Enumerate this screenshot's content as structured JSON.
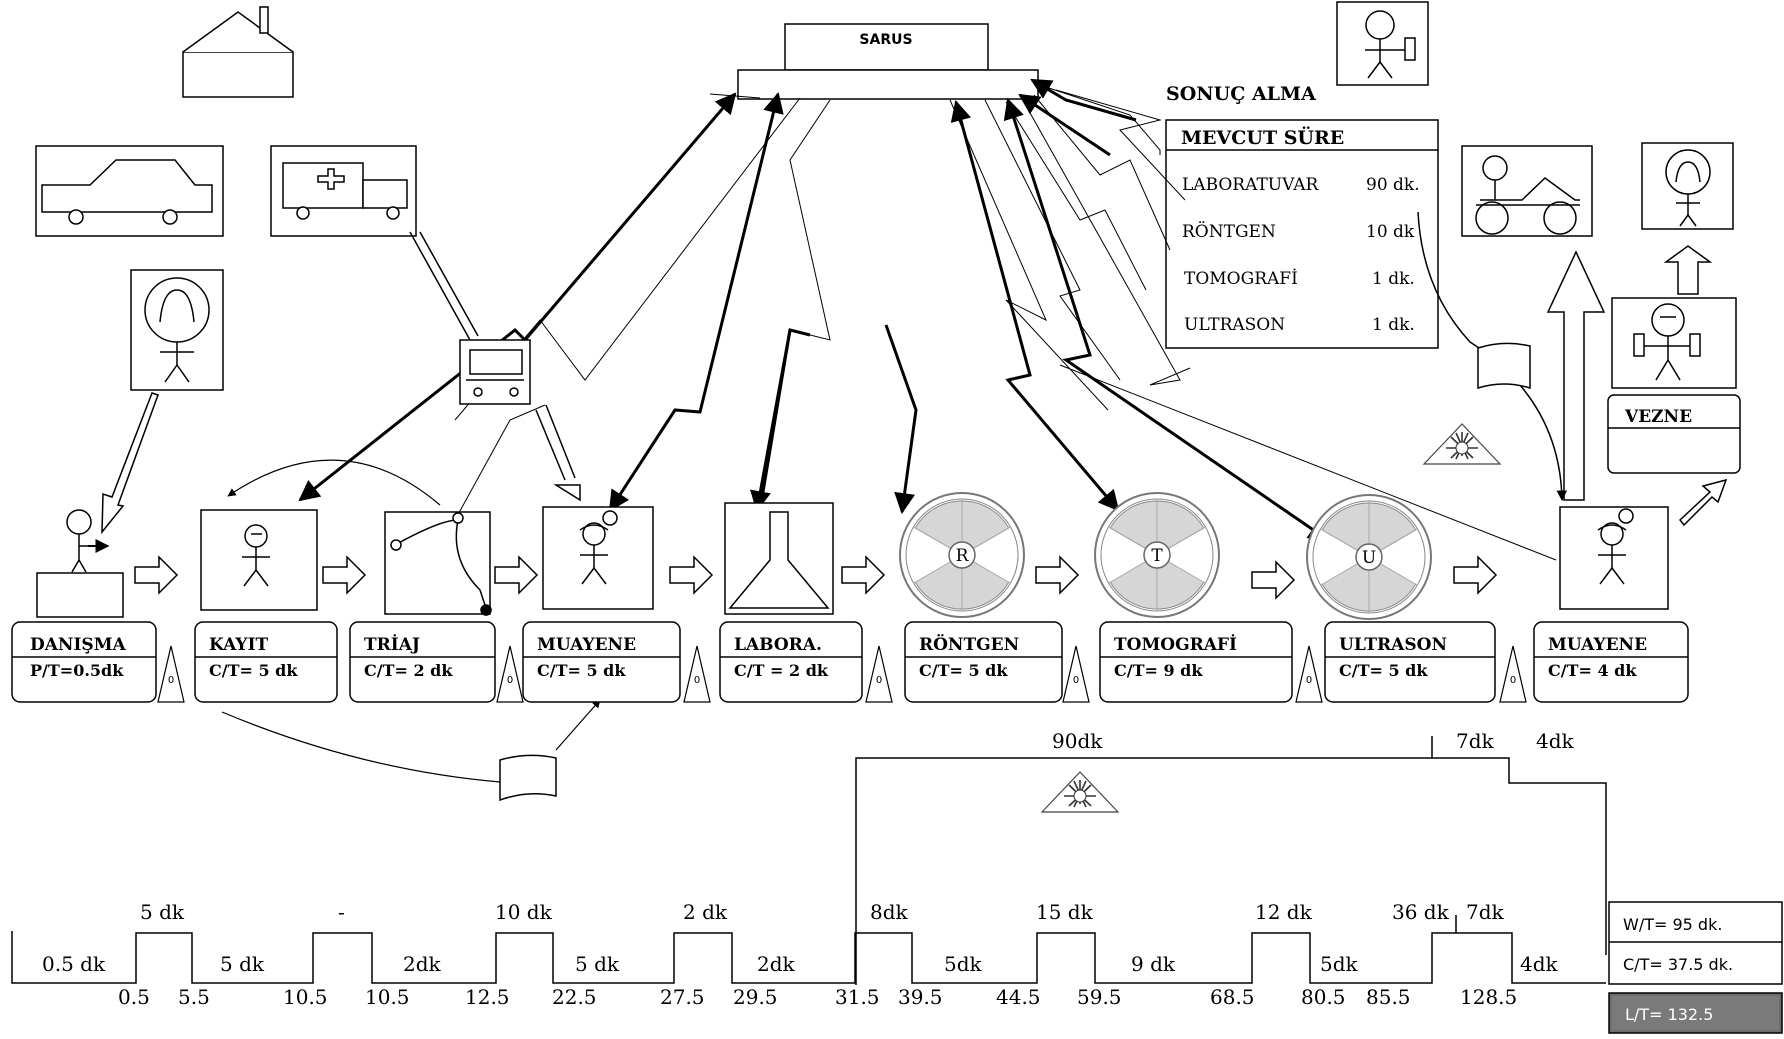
{
  "sarus": {
    "label": "SARUS"
  },
  "result": {
    "title": "SONUÇ ALMA",
    "table_title": "MEVCUT SÜRE",
    "rows": [
      {
        "name": "LABORATUVAR",
        "value": "90 dk."
      },
      {
        "name": "RÖNTGEN",
        "value": "10 dk"
      },
      {
        "name": "TOMOGRAFİ",
        "value": "1 dk."
      },
      {
        "name": "ULTRASON",
        "value": "1 dk."
      }
    ]
  },
  "vezne": {
    "label": "VEZNE"
  },
  "processes": [
    {
      "name": "DANIŞMA",
      "metric": "P/T=0.5dk"
    },
    {
      "name": "KAYIT",
      "metric": "C/T= 5 dk"
    },
    {
      "name": "TRİAJ",
      "metric": "C/T= 2 dk"
    },
    {
      "name": "MUAYENE",
      "metric": "C/T= 5 dk"
    },
    {
      "name": "LABORA.",
      "metric": "C/T = 2 dk"
    },
    {
      "name": "RÖNTGEN",
      "metric": "C/T= 5 dk"
    },
    {
      "name": "TOMOGRAFİ",
      "metric": "C/T= 9 dk"
    },
    {
      "name": "ULTRASON",
      "metric": "C/T= 5 dk"
    },
    {
      "name": "MUAYENE",
      "metric": "C/T= 4 dk"
    }
  ],
  "inventory_mark": "0",
  "machine_letters": [
    "R",
    "T",
    "U"
  ],
  "upper_timeline": {
    "left_label": "90dk",
    "mid_label": "7dk",
    "right_label": "4dk"
  },
  "timeline": {
    "low_labels": [
      "0.5 dk",
      "5 dk",
      "2dk",
      "5 dk",
      "2dk",
      "5dk",
      "9 dk",
      "5dk",
      "4dk"
    ],
    "high_labels": [
      "5 dk",
      "-",
      "10 dk",
      "2 dk",
      "8dk",
      "15 dk",
      "12 dk",
      "36 dk",
      "7dk"
    ],
    "marks": [
      "0.5",
      "5.5",
      "10.5",
      "10.5",
      "12.5",
      "22.5",
      "27.5",
      "29.5",
      "31.5",
      "39.5",
      "44.5",
      "59.5",
      "68.5",
      "80.5",
      "85.5",
      "128.5"
    ]
  },
  "summary": {
    "wt": "W/T= 95 dk.",
    "ct": "C/T= 37.5 dk.",
    "lt": "L/T= 132.5"
  }
}
